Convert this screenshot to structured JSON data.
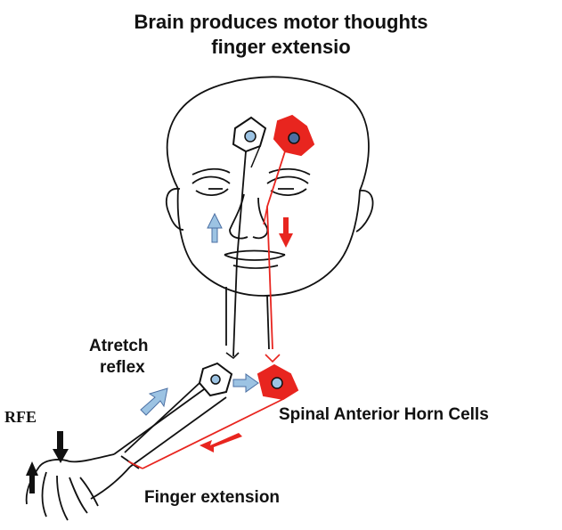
{
  "title": {
    "line1": "Brain produces motor thoughts",
    "line2": "finger  extensio"
  },
  "labels": {
    "stretch_reflex_line1": "Atretch",
    "stretch_reflex_line2": "reflex",
    "spinal_cells": "Spinal Anterior Horn Cells",
    "rfe": "RFE",
    "finger_extension": "Finger extension"
  },
  "colors": {
    "motor_pathway": "#e8251f",
    "sensory_arrow": "#9cc3e3",
    "outline": "#111111"
  }
}
